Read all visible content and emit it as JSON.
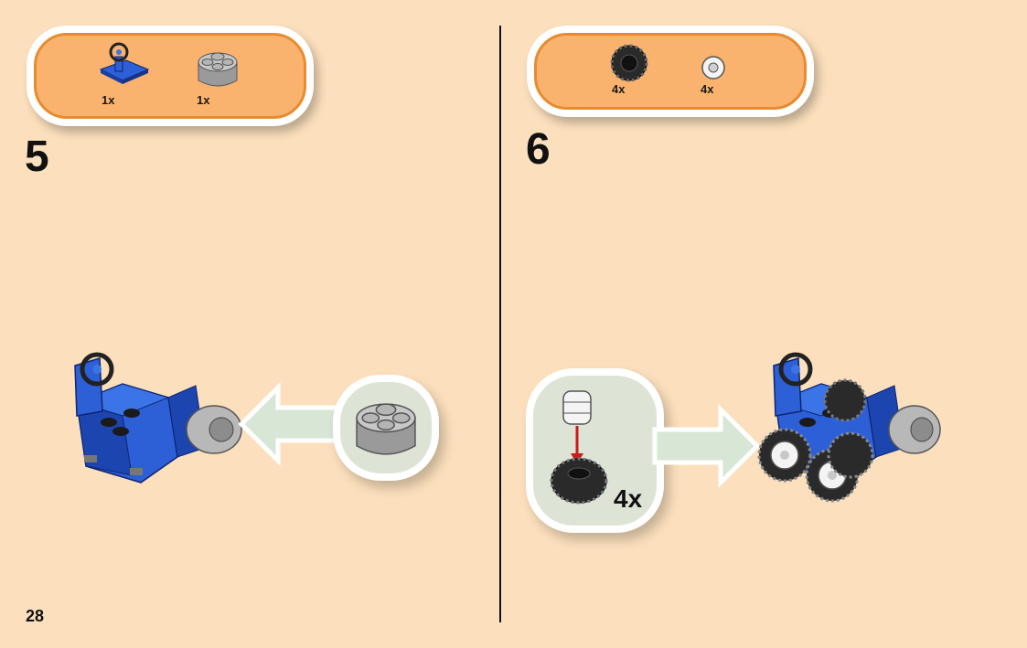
{
  "page": {
    "number": "28",
    "background": "#fce0bd"
  },
  "steps": [
    {
      "number": "5",
      "parts": [
        {
          "icon": "blue-steering-wheel-plate-icon",
          "qty": "1x"
        },
        {
          "icon": "gray-round-brick-icon",
          "qty": "1x"
        }
      ],
      "callout": {
        "icon": "gray-round-brick-icon",
        "qty": ""
      },
      "arrow_direction": "left"
    },
    {
      "number": "6",
      "parts": [
        {
          "icon": "black-tire-icon",
          "qty": "4x"
        },
        {
          "icon": "white-wheel-rim-icon",
          "qty": "4x"
        }
      ],
      "callout": {
        "icon": "wheel-into-tire-icon",
        "qty": "4x"
      },
      "arrow_direction": "right"
    }
  ],
  "colors": {
    "parts_box_fill": "#f9b36e",
    "parts_box_border": "#e88b2f",
    "callout_fill": "#dde4d6",
    "arrow_fill": "#d8e6d6",
    "lego_blue": "#2d5fd6",
    "lego_gray": "#a9a9a9",
    "insert_arrow": "#c81e1e"
  }
}
